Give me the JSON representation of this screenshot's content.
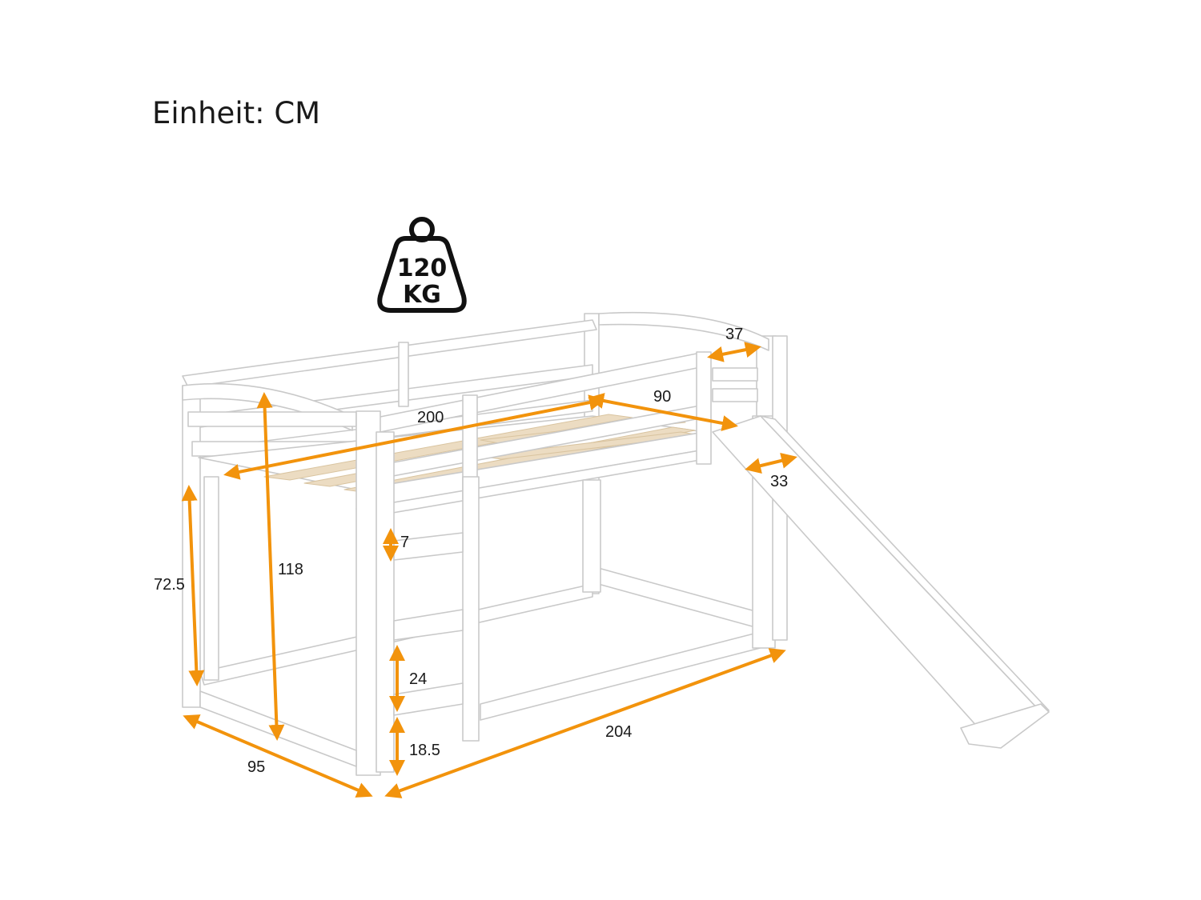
{
  "title": "Einheit: CM",
  "weight_badge": {
    "line1": "120",
    "line2": "KG",
    "icon": "weight-icon"
  },
  "dimensions": {
    "rail_depth": "37",
    "mattress_width": "90",
    "mattress_length": "200",
    "slide_width": "33",
    "ladder_step_thickness": "7",
    "deck_height": "72.5",
    "total_height": "118",
    "step_spacing": "24",
    "bottom_step_height": "18.5",
    "total_width": "95",
    "total_length": "204"
  },
  "colors": {
    "arrow": "#f2930c",
    "outline": "#c9c9c9",
    "slat": "#ecdcc2",
    "frame": "#ffffff"
  },
  "icons": {
    "arrow": "double-arrow-icon",
    "bed": "bunk-bed-illustration"
  }
}
